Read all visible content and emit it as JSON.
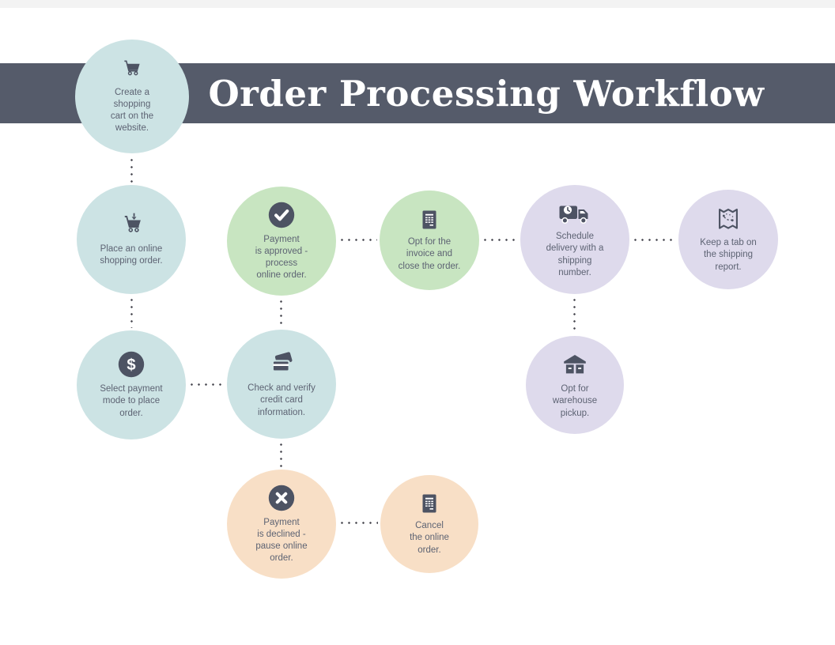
{
  "title": "Order Processing Workflow",
  "colors": {
    "header": "#555b6a",
    "blue": "#cce3e4",
    "green": "#c8e5c1",
    "lavender": "#dedaec",
    "peach": "#f8dfc6",
    "icon": "#4d5363",
    "text": "#5d6373",
    "connector": "#47474f"
  },
  "nodes": [
    {
      "id": "create-cart",
      "icon": "shopping-cart",
      "label": "Create a\nshopping\ncart on the\nwebsite."
    },
    {
      "id": "place-order",
      "icon": "cart-download",
      "label": "Place an online\nshopping order."
    },
    {
      "id": "payment-approved",
      "icon": "check-circle",
      "label": "Payment\nis approved -\nprocess\nonline order."
    },
    {
      "id": "invoice-close",
      "icon": "invoice",
      "label": "Opt for the\ninvoice and\nclose the order."
    },
    {
      "id": "schedule-delivery",
      "icon": "delivery-truck",
      "label": "Schedule\ndelivery with a\nshipping\nnumber."
    },
    {
      "id": "shipping-report",
      "icon": "map",
      "label": "Keep a tab on\nthe shipping\nreport."
    },
    {
      "id": "select-payment",
      "icon": "dollar-circle",
      "label": "Select payment\nmode to place\norder."
    },
    {
      "id": "verify-card",
      "icon": "credit-card",
      "label": "Check and verify\ncredit card\ninformation."
    },
    {
      "id": "warehouse-pickup",
      "icon": "warehouse",
      "label": "Opt for\nwarehouse\npickup."
    },
    {
      "id": "payment-declined",
      "icon": "x-circle",
      "label": "Payment\nis declined -\npause online\norder."
    },
    {
      "id": "cancel-order",
      "icon": "invoice",
      "label": "Cancel\nthe online\norder."
    }
  ],
  "edges": [
    [
      "create-cart",
      "place-order"
    ],
    [
      "place-order",
      "select-payment"
    ],
    [
      "select-payment",
      "verify-card"
    ],
    [
      "verify-card",
      "payment-approved"
    ],
    [
      "payment-approved",
      "invoice-close"
    ],
    [
      "invoice-close",
      "schedule-delivery"
    ],
    [
      "schedule-delivery",
      "shipping-report"
    ],
    [
      "schedule-delivery",
      "warehouse-pickup"
    ],
    [
      "verify-card",
      "payment-declined"
    ],
    [
      "payment-declined",
      "cancel-order"
    ]
  ]
}
